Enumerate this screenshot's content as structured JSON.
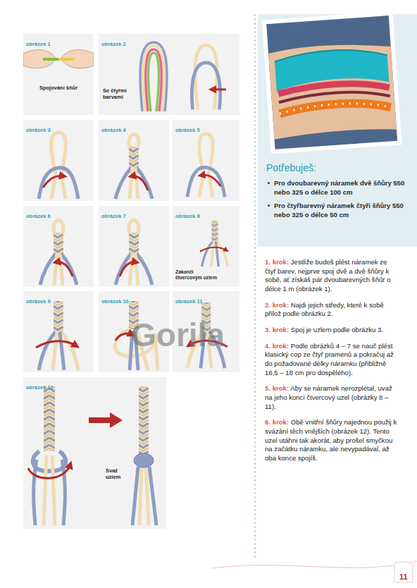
{
  "diagram": {
    "nodes": [
      {
        "text": [
          "obrázek 1",
          "Spojování šňůr"
        ]
      },
      {
        "text": [
          "obrázek 2",
          "Se čtyřmi barvami"
        ]
      },
      {
        "text": [
          "obrázek 3"
        ]
      },
      {
        "text": [
          "obrázek 4"
        ]
      },
      {
        "text": [
          "obrázek 5"
        ]
      },
      {
        "text": [
          "obrázek 6"
        ]
      },
      {
        "text": [
          "obrázek 7"
        ]
      },
      {
        "text": [
          "obrázek 8",
          "Zakonči čtvercovým uzlem"
        ]
      },
      {
        "text": [
          "obrázek 9"
        ]
      },
      {
        "text": [
          "obrázek 10"
        ]
      },
      {
        "text": [
          "obrázek 11"
        ]
      },
      {
        "text": [
          "obrázek 12",
          "Svaž uzlem"
        ]
      },
      {
        "text": [
          "Potřebuješ:",
          "Pro dvoubarevný náramek dvě šňůry 550 nebo 325 o délce 100 cm",
          "Pro čtyřbarevný náramek čtyři šňůry 550 nebo 325 o délce 50 cm"
        ]
      }
    ],
    "labels": [
      "1. krok:",
      "Jestliže budeš plést náramek ze čtyř barev, nejprve spoj dvě a dvě šňůry k sobě, ať získáš pár dvoubarevných šňůr o délce 1 m (obrázek 1).",
      "2. krok:",
      "Najdi jejich středy, které k sobě přilož podle obrázku 2.",
      "3. krok:",
      "Spoj je uzlem podle obrázku 3.",
      "4. krok:",
      "Podle obrázků 4 – 7 se nauč plést klasický cop ze čtyř pramenů a pokračuj až do požadované délky náramku (přibližně 16,5 – 18 cm pro dospělého).",
      "5. krok:",
      "Aby se náramek nerozplétal, uvaž na jeho konci čtvercový uzel (obrázky 8 – 11).",
      "6. krok:",
      "Obě vnitřní šňůry najednou použij k svázání těch vnějších (obrázek 12). Tento uzel utáhni tak akorát, aby prošel smyčkou na začátku náramku, ale nevypadával, až oba konce spojíš.",
      "Gorila",
      "11"
    ]
  }
}
